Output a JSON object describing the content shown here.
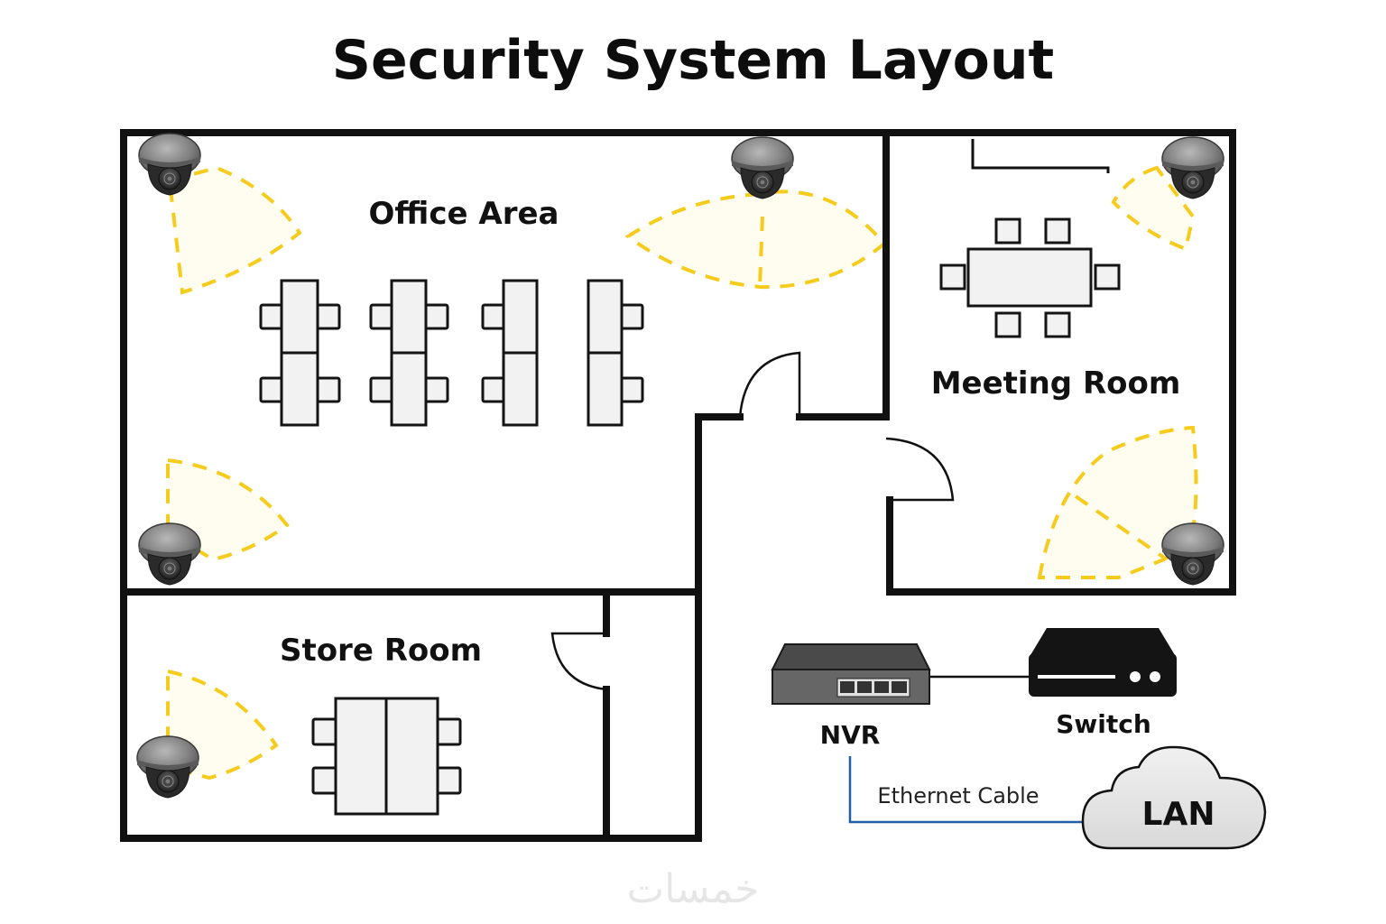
{
  "title": "Security System Layout",
  "rooms": {
    "office": "Office Area",
    "meeting": "Meeting Room",
    "store": "Store Room"
  },
  "devices": {
    "nvr": "NVR",
    "switch": "Switch",
    "lan": "LAN",
    "cable": "Ethernet Cable"
  },
  "cameras": [
    {
      "id": "cam-office-top-left",
      "room": "Office Area"
    },
    {
      "id": "cam-office-top-center",
      "room": "Office Area"
    },
    {
      "id": "cam-office-bottom-left",
      "room": "Office Area"
    },
    {
      "id": "cam-meeting-top-right",
      "room": "Meeting Room"
    },
    {
      "id": "cam-meeting-bottom-right",
      "room": "Meeting Room"
    },
    {
      "id": "cam-store-left",
      "room": "Store Room"
    }
  ],
  "watermark": "خمسات",
  "colors": {
    "wall": "#111111",
    "fov_stroke": "#f5cc1d",
    "fov_fill": "#fffdf0",
    "cable": "#1f5fa8",
    "furniture": "#f2f2f2"
  }
}
